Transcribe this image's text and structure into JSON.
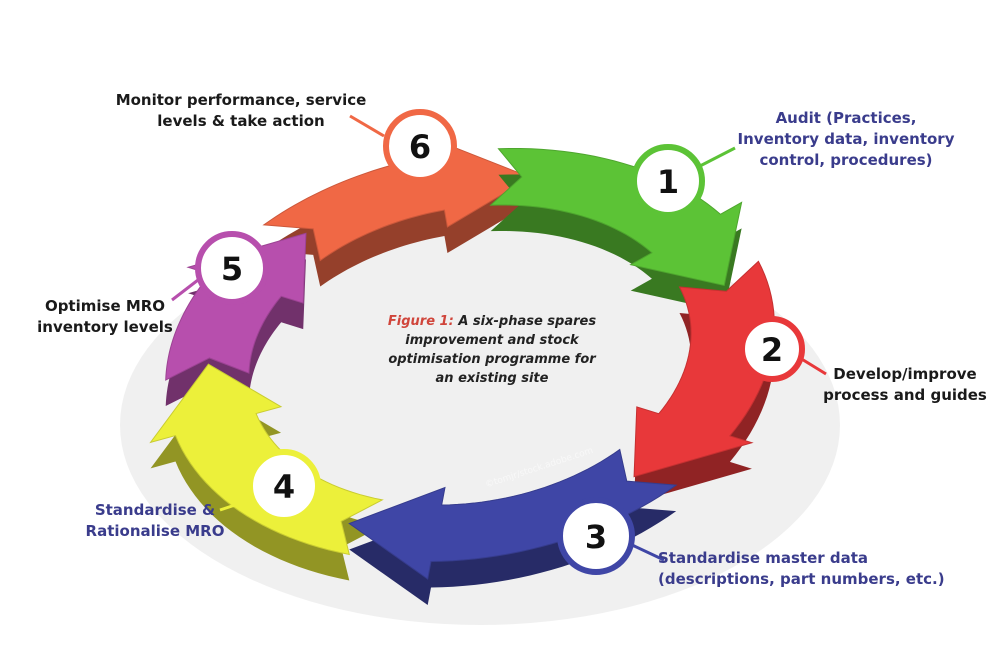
{
  "caption": {
    "figure_label": "Figure 1:",
    "text": "A six-phase spares improvement and stock optimisation programme for an existing site"
  },
  "watermark": "©tomjr/stock.adobe.com",
  "phases": [
    {
      "number": "1",
      "label": "Audit (Practices,\nInventory data, inventory\ncontrol, procedures)",
      "color": "#5cc336",
      "label_color": "#3a3c8c"
    },
    {
      "number": "2",
      "label": "Develop/improve\nprocess and guides",
      "color": "#e8383a",
      "label_color": "#1a1a1a"
    },
    {
      "number": "3",
      "label": "Standardise master data\n(descriptions, part numbers, etc.)",
      "color": "#3f46a6",
      "label_color": "#3a3c8c"
    },
    {
      "number": "4",
      "label": "Standardise &\nRationalise MRO",
      "color": "#ecf03a",
      "label_color": "#3a3c8c"
    },
    {
      "number": "5",
      "label": "Optimise MRO\ninventory levels",
      "color": "#b74fad",
      "label_color": "#1a1a1a"
    },
    {
      "number": "6",
      "label": "Monitor performance, service\nlevels & take action",
      "color": "#f06845",
      "label_color": "#1a1a1a"
    }
  ]
}
